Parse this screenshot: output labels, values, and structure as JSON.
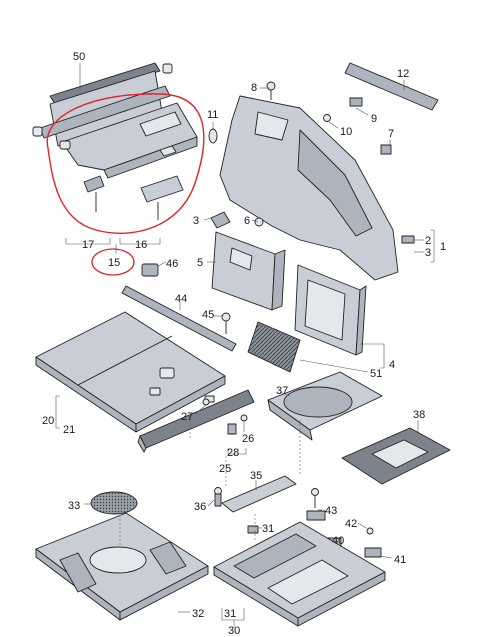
{
  "callouts": {
    "c50": "50",
    "c8": "8",
    "c12": "12",
    "c11": "11",
    "c9": "9",
    "c10": "10",
    "c7": "7",
    "c6": "6",
    "c3a": "3",
    "c2": "2",
    "c1": "1",
    "c3b": "3",
    "c17": "17",
    "c16": "16",
    "c15": "15",
    "c5": "5",
    "c46": "46",
    "c44": "44",
    "c45": "45",
    "c4": "4",
    "c51": "51",
    "c20": "20",
    "c21": "21",
    "c37": "37",
    "c27": "27",
    "c38": "38",
    "c26": "26",
    "c28": "28",
    "c25": "25",
    "c35": "35",
    "c33": "33",
    "c36": "36",
    "c43": "43",
    "c31a": "31",
    "c42": "42",
    "c40": "40",
    "c41": "41",
    "c32": "32",
    "c31b": "31",
    "c30": "30"
  },
  "annotation": {
    "color": "#e0242b"
  },
  "colors": {
    "part_fill": "#c9ced6",
    "part_dark": "#7d838c",
    "line": "#222222"
  }
}
